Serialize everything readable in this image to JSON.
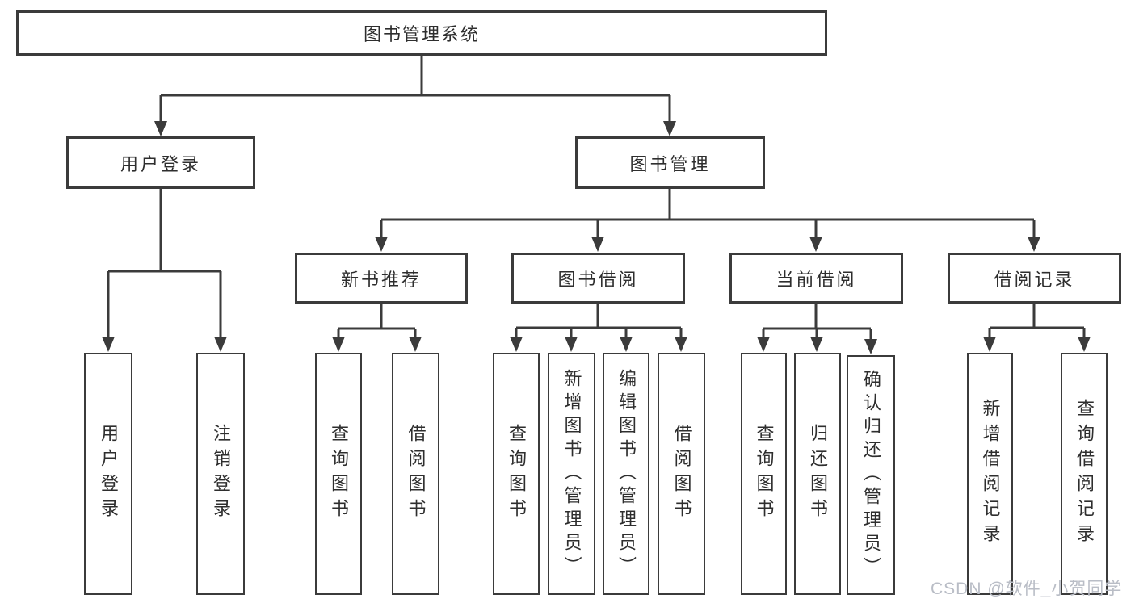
{
  "diagram": {
    "title": "图书管理系统",
    "branches": [
      {
        "label": "用户登录",
        "leaves": [
          "用户登录",
          "注销登录"
        ]
      },
      {
        "label": "图书管理",
        "groups": [
          {
            "label": "新书推荐",
            "leaves": [
              "查询图书",
              "借阅图书"
            ]
          },
          {
            "label": "图书借阅",
            "leaves": [
              "查询图书",
              "新增图书（管理员）",
              "编辑图书（管理员）",
              "借阅图书"
            ]
          },
          {
            "label": "当前借阅",
            "leaves": [
              "查询图书",
              "归还图书",
              "确认归还（管理员）"
            ]
          },
          {
            "label": "借阅记录",
            "leaves": [
              "新增借阅记录",
              "查询借阅记录"
            ]
          }
        ]
      }
    ]
  },
  "colors": {
    "line": "#3b3b3b",
    "text": "#2e2e2e",
    "watermark": "#b9bdc6"
  },
  "watermark": "CSDN @软件_小贺同学"
}
